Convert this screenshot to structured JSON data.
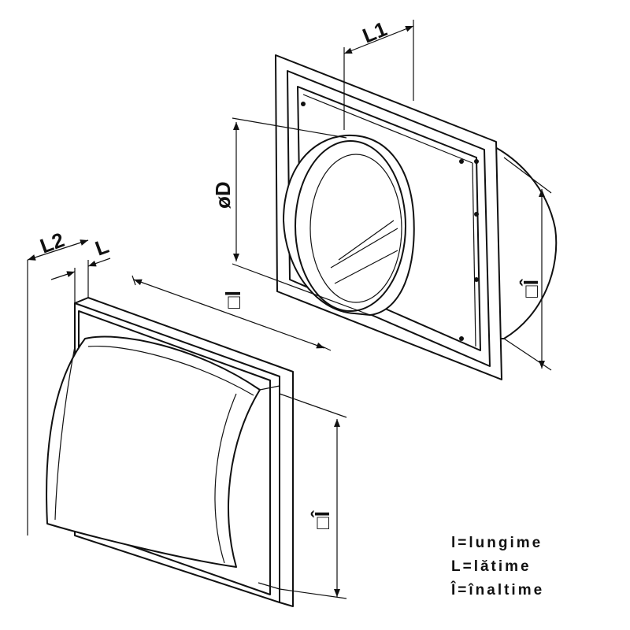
{
  "labels": {
    "l1": "L1",
    "diameter": "øD",
    "l2": "L2",
    "l": "L",
    "length_front": "□l",
    "height_back": "□Î",
    "height_front": "□Î"
  },
  "legend": [
    "l=lungime",
    "L=lătime",
    "Î=înaltime"
  ]
}
